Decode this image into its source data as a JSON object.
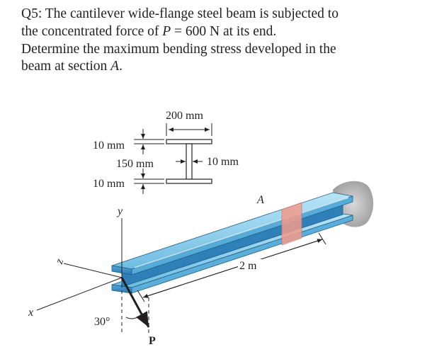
{
  "question": {
    "line1": "Q5: The cantilever wide-flange steel beam is subjected to",
    "line2_pre": "the concentrated force of ",
    "line2_var": "P",
    "line2_post": " = 600 N at its end.",
    "line3": "Determine the maximum bending stress developed in the",
    "line4_pre": "beam at section ",
    "line4_var": "A",
    "line4_post": "."
  },
  "figure": {
    "flange_width": "200 mm",
    "flange_top": "10 mm",
    "web_height": "150 mm",
    "flange_bottom": "10 mm",
    "web_thickness": "10 mm",
    "section_label": "A",
    "length_label": "2 m",
    "axis_x": "x",
    "axis_y": "y",
    "axis_z": "z",
    "angle_label": "30°",
    "force_label": "P"
  },
  "colors": {
    "beam_top": "#8fd0ec",
    "beam_face": "#3d8fc4",
    "section_fill": "#f39c8c",
    "wall": "#b8b8b8",
    "text": "#231f20"
  }
}
